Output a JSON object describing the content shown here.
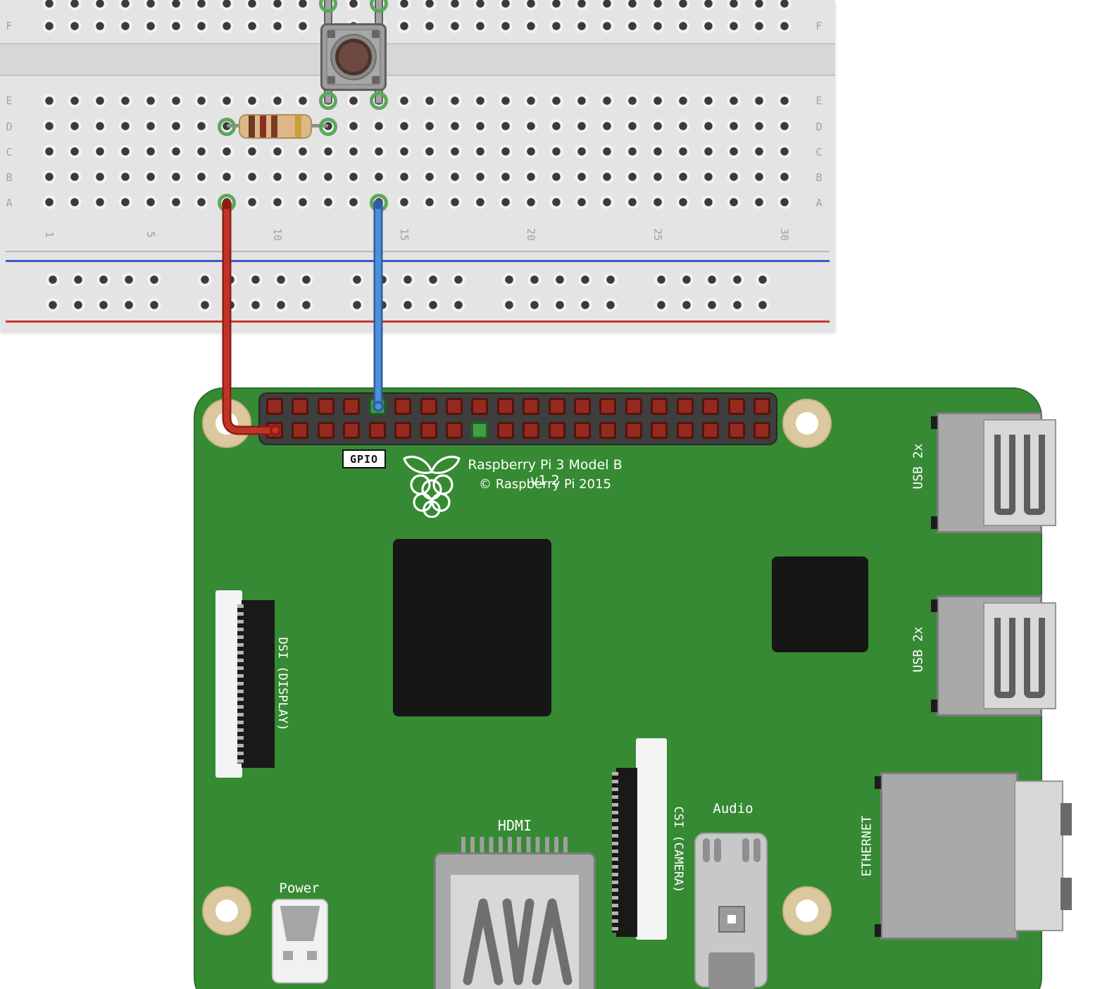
{
  "breadboard": {
    "row_labels": [
      "F",
      "E",
      "D",
      "C",
      "B",
      "A"
    ],
    "column_numbers": [
      1,
      5,
      10,
      15,
      20,
      25,
      30
    ],
    "columns": 30,
    "highlighted_holes": [
      "G12",
      "G14",
      "E12",
      "E14",
      "D8",
      "D12",
      "A8",
      "A14"
    ],
    "rail_colors": {
      "top_line": "#3a57c9",
      "bottom_line": "#c9372e"
    }
  },
  "components": {
    "push_button": {
      "location": "spans center channel at columns 12-14"
    },
    "resistor": {
      "bands": [
        "#6b3a21",
        "#8a2f23",
        "#7c3a24",
        "#c9a038"
      ],
      "location": "row D, columns 8-12"
    },
    "red_wire": {
      "color": "#c23327",
      "from": "breadboard A8",
      "to": "GPIO header bottom row pin 1"
    },
    "blue_wire": {
      "color": "#4e8fd8",
      "from": "breadboard A14",
      "to": "GPIO header top row pin 5"
    }
  },
  "pi": {
    "gpio_label": "GPIO",
    "board_title": "Raspberry Pi 3 Model B v1.2",
    "board_subtitle": "© Raspberry Pi 2015",
    "board_color": "#368a33",
    "gpio": {
      "rows": 2,
      "pins_per_row": 20,
      "green_pins": [
        "top-5",
        "bottom-9"
      ]
    },
    "ports": {
      "power": "Power",
      "hdmi": "HDMI",
      "csi": "CSI (CAMERA)",
      "audio": "Audio",
      "ethernet": "ETHERNET",
      "usb_top": "USB 2x",
      "usb_bottom": "USB 2x",
      "dsi": "DSI (DISPLAY)"
    }
  }
}
